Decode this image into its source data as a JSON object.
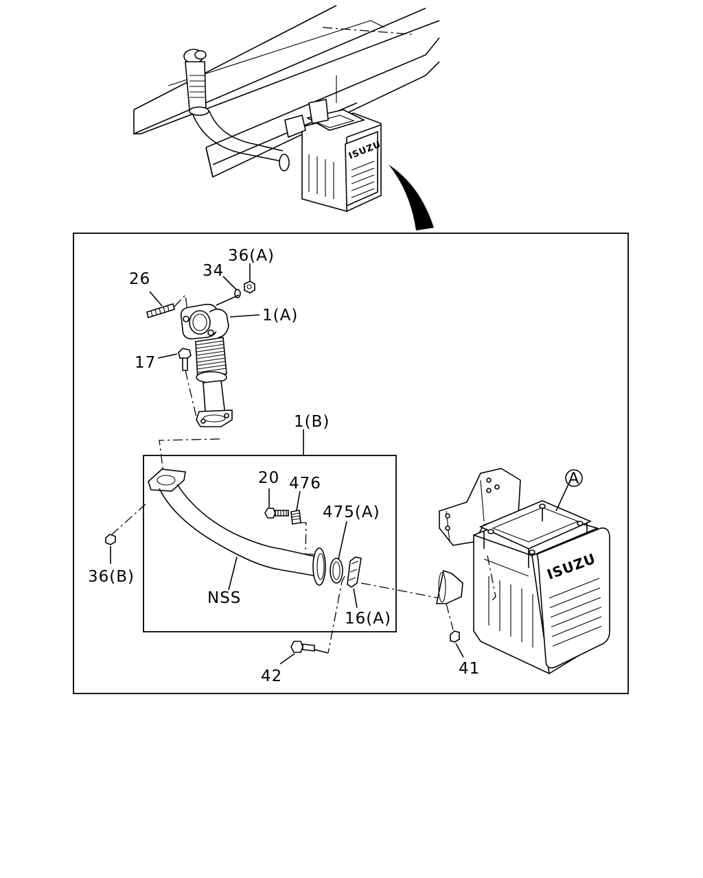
{
  "brand_text": "ISUZU",
  "callouts": {
    "p36a": "36(A)",
    "p34": "34",
    "p26": "26",
    "p1a": "1(A)",
    "p17": "17",
    "p1b": "1(B)",
    "p20": "20",
    "p476": "476",
    "p475a": "475(A)",
    "p36b": "36(B)",
    "nss": "NSS",
    "p16a": "16(A)",
    "p42": "42",
    "p41": "41",
    "view_a": "A"
  }
}
